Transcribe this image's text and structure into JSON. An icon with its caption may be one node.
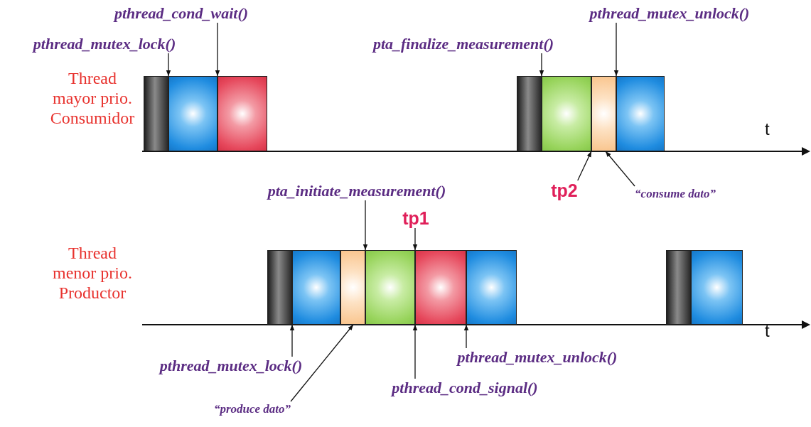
{
  "diagram": {
    "nodes": [
      {
        "text": [
          "pthread_mutex_lock()"
        ]
      },
      {
        "text": [
          "pthread_cond_wait()"
        ]
      },
      {
        "text": [
          "pta_finalize_measurement()"
        ]
      },
      {
        "text": [
          "pthread_mutex_unlock()"
        ]
      },
      {
        "text": [
          "tp2"
        ]
      },
      {
        "text": [
          "“consume dato”"
        ]
      },
      {
        "text": [
          "pta_initiate_measurement()"
        ]
      },
      {
        "text": [
          "tp1"
        ]
      },
      {
        "text": [
          "pthread_mutex_lock()"
        ]
      },
      {
        "text": [
          "“produce dato”"
        ]
      },
      {
        "text": [
          "pthread_cond_signal()"
        ]
      },
      {
        "text": [
          "pthread_mutex_unlock()"
        ]
      },
      {
        "text": [],
        "shape": "box"
      },
      {
        "text": [],
        "shape": "box"
      },
      {
        "text": [],
        "shape": "box"
      },
      {
        "text": [],
        "shape": "box"
      },
      {
        "text": [],
        "shape": "box"
      },
      {
        "text": [],
        "shape": "box"
      },
      {
        "text": [],
        "shape": "box"
      },
      {
        "text": [],
        "shape": "box"
      },
      {
        "text": [],
        "shape": "box"
      },
      {
        "text": [],
        "shape": "box"
      },
      {
        "text": [],
        "shape": "box"
      },
      {
        "text": [],
        "shape": "box"
      },
      {
        "text": [],
        "shape": "box"
      },
      {
        "text": [],
        "shape": "box"
      },
      {
        "text": [],
        "shape": "box"
      }
    ],
    "edges": [
      {
        "from": 0,
        "to": 12,
        "arrow": "to"
      },
      {
        "from": 1,
        "to": 13,
        "arrow": "to"
      },
      {
        "from": 2,
        "to": 15,
        "arrow": "to"
      },
      {
        "from": 3,
        "to": 17,
        "arrow": "to"
      },
      {
        "from": 4,
        "to": 17,
        "arrow": "to"
      },
      {
        "from": 5,
        "to": 17,
        "arrow": "to"
      },
      {
        "from": 6,
        "to": 21,
        "arrow": "to"
      },
      {
        "from": 7,
        "to": 22,
        "arrow": "to"
      },
      {
        "from": 8,
        "to": 19,
        "arrow": "to"
      },
      {
        "from": 9,
        "to": 21,
        "arrow": "to"
      },
      {
        "from": 10,
        "to": 22,
        "arrow": "to"
      },
      {
        "from": 11,
        "to": 24,
        "arrow": "to"
      }
    ],
    "labels": [
      "Thread mayor prio. Consumidor",
      "t",
      "Thread menor prio. Productor",
      "t"
    ]
  }
}
